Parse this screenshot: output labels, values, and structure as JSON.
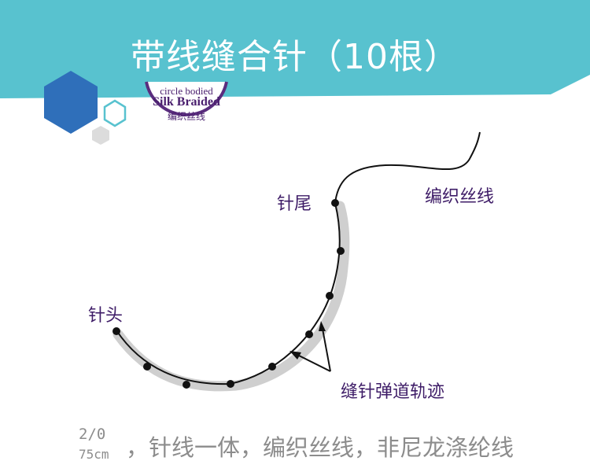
{
  "banner": {
    "title": "带线缝合针（10根）",
    "color": "#58c2cf"
  },
  "badge": {
    "line1": "circle bodied",
    "line2": "Silk Braided",
    "line3": "编织丝线",
    "ring_color": "#5a2d7e"
  },
  "diagram": {
    "head_label": "针头",
    "tail_label": "针尾",
    "thread_label": "编织丝线",
    "track_label": "缝针弹道轨迹"
  },
  "spec": {
    "size": "2/0",
    "length": "75cm",
    "description": "，针线一体，编织丝线，非尼龙涤纶线"
  },
  "colors": {
    "hex_blue": "#2f6fba",
    "hex_teal": "#58c2cf",
    "hex_gray": "#dcdcdc",
    "label": "#3e1c67"
  }
}
